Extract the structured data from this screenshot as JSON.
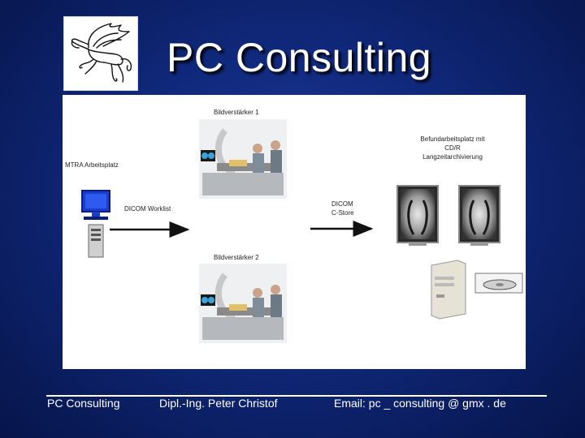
{
  "header": {
    "title": "PC Consulting",
    "logo": "winged-horse-pegasus-logo"
  },
  "diagram": {
    "workstation_label": "MTRA Arbeitsplatz",
    "intensifier_1_label": "Bildverstärker 1",
    "intensifier_2_label": "Bildverstärker 2",
    "worklist_label": "DICOM Worklist",
    "store_label_line1": "DICOM",
    "store_label_line2": "C-Store",
    "reading_label_line1": "Befundarbeitsplatz mit",
    "reading_label_line2": "CD/R",
    "reading_label_line3": "Langzeitarchivierung",
    "icons": [
      "monitor-icon",
      "computer-tower-icon",
      "c-arm-imaging-photo",
      "xray-monitor-icon",
      "pc-tower-icon",
      "cd-drive-icon"
    ]
  },
  "footer": {
    "company": "PC Consulting",
    "author": "Dipl.-Ing. Peter Christof",
    "email": "Email: pc _ consulting @ gmx . de"
  }
}
